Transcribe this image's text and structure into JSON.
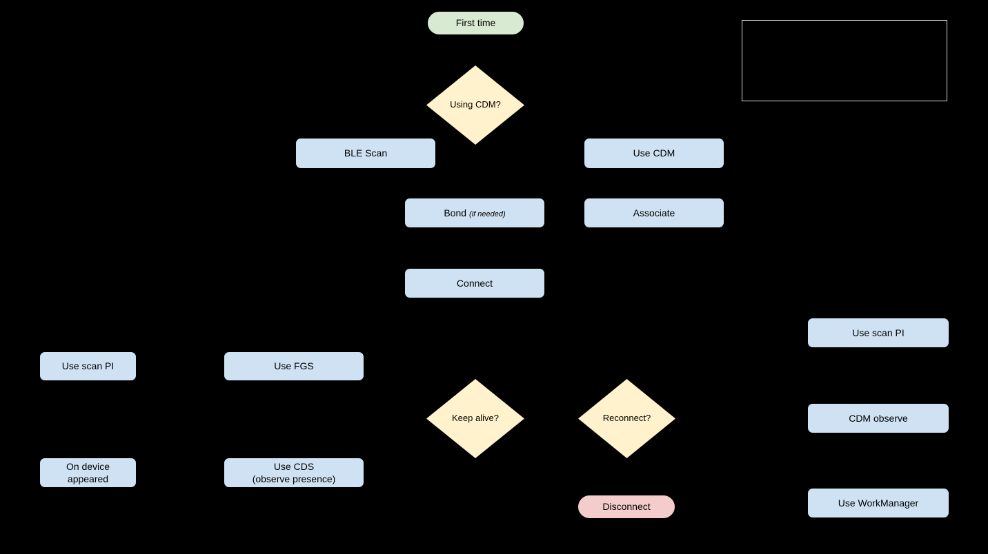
{
  "palette": {
    "background": "#000000",
    "start_fill": "#d9ead3",
    "decision_fill": "#fff2cc",
    "process_fill": "#cfe2f3",
    "end_fill": "#f4cccc",
    "shape_border": "#000000",
    "legend_border": "#d9d9d9",
    "text": "#000000"
  },
  "nodes": {
    "first_time": {
      "label": "First time"
    },
    "using_cdm": {
      "label": "Using CDM?"
    },
    "ble_scan": {
      "label": "BLE Scan"
    },
    "use_cdm": {
      "label": "Use CDM"
    },
    "bond": {
      "label": "Bond",
      "note": "(if needed)"
    },
    "associate": {
      "label": "Associate"
    },
    "connect": {
      "label": "Connect"
    },
    "use_scan_pi_right": {
      "label": "Use scan PI"
    },
    "use_scan_pi_left": {
      "label": "Use scan PI"
    },
    "use_fgs": {
      "label": "Use FGS"
    },
    "keep_alive": {
      "label": "Keep alive?"
    },
    "reconnect": {
      "label": "Reconnect?"
    },
    "cdm_observe": {
      "label": "CDM observe"
    },
    "on_device_appeared": {
      "line1": "On device",
      "line2": "appeared"
    },
    "use_cds": {
      "line1": "Use CDS",
      "line2": "(observe presence)"
    },
    "disconnect": {
      "label": "Disconnect"
    },
    "use_workmanager": {
      "label": "Use WorkManager"
    }
  }
}
